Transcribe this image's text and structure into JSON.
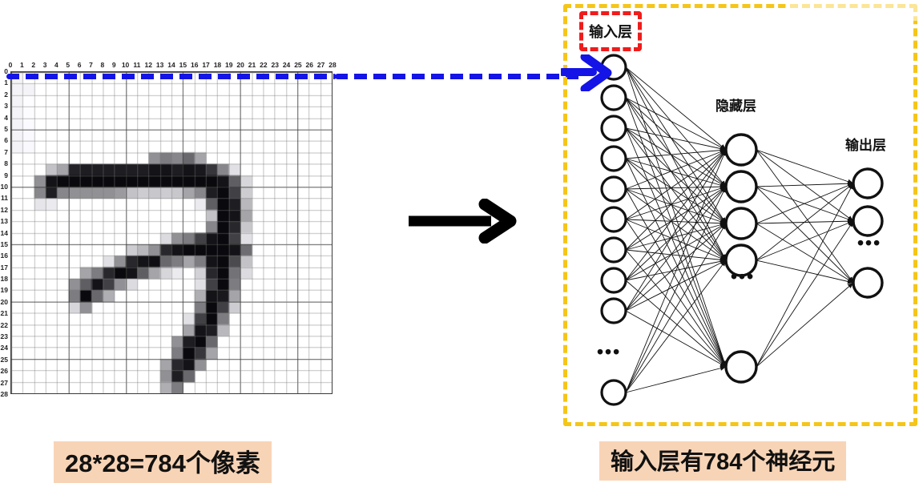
{
  "left_panel": {
    "name": "mnist-pixel-grid",
    "grid_size": 28,
    "col_labels": [
      "0",
      "1",
      "2",
      "3",
      "4",
      "5",
      "6",
      "7",
      "8",
      "9",
      "10",
      "11",
      "12",
      "13",
      "14",
      "15",
      "16",
      "17",
      "18",
      "19",
      "20",
      "21",
      "22",
      "23",
      "24",
      "25",
      "26",
      "27",
      "28"
    ],
    "row_labels": [
      "0",
      "1",
      "2",
      "3",
      "4",
      "5",
      "6",
      "7",
      "8",
      "9",
      "10",
      "11",
      "12",
      "13",
      "14",
      "15",
      "16",
      "17",
      "18",
      "19",
      "20",
      "21",
      "22",
      "23",
      "24",
      "25",
      "26",
      "27",
      "28"
    ],
    "digit_depicted": "7",
    "highlight_row_index": 0,
    "highlight_color": "#1414e6",
    "caption": "28*28=784个像素"
  },
  "center": {
    "arrow_label": "maps-to-arrow",
    "arrow_color": "#000000"
  },
  "right_panel": {
    "caption": "输入层有784个神经元",
    "outer_box_color": "#f5c518",
    "input_box_color": "#ef1c1c",
    "labels": {
      "input_layer": "输入层",
      "hidden_layer": "隐藏层",
      "output_layer": "输出层"
    },
    "ellipsis": "•••",
    "layers": [
      {
        "name": "input",
        "visible_nodes": 10,
        "gap_after_index": 8
      },
      {
        "name": "hidden",
        "visible_nodes": 5,
        "gap_after_index": 3
      },
      {
        "name": "output",
        "visible_nodes": 3,
        "gap_after_index": 1
      }
    ]
  },
  "caption_background": "#f8d4b6",
  "chart_data": {
    "type": "heatmap",
    "title": "28*28=784个像素",
    "xlabel": "",
    "ylabel": "",
    "grid": true,
    "xticks": [
      0,
      1,
      2,
      3,
      4,
      5,
      6,
      7,
      8,
      9,
      10,
      11,
      12,
      13,
      14,
      15,
      16,
      17,
      18,
      19,
      20,
      21,
      22,
      23,
      24,
      25,
      26,
      27,
      28
    ],
    "yticks": [
      0,
      1,
      2,
      3,
      4,
      5,
      6,
      7,
      8,
      9,
      10,
      11,
      12,
      13,
      14,
      15,
      16,
      17,
      18,
      19,
      20,
      21,
      22,
      23,
      24,
      25,
      26,
      27,
      28
    ],
    "colormap": "grayscale_inverted",
    "value_range": [
      0,
      255
    ],
    "note": "MNIST handwritten digit 7, 28x28 grayscale intensity values (0=white background, 255=black ink)",
    "pixels": [
      [
        11,
        0,
        0,
        0,
        0,
        0,
        0,
        0,
        0,
        0,
        0,
        0,
        0,
        0,
        0,
        0,
        0,
        0,
        0,
        0,
        0,
        0,
        0,
        0,
        0,
        0,
        0,
        0
      ],
      [
        11,
        11,
        0,
        0,
        0,
        0,
        0,
        0,
        0,
        0,
        0,
        0,
        0,
        0,
        0,
        0,
        0,
        0,
        0,
        0,
        0,
        0,
        0,
        0,
        0,
        0,
        0,
        0
      ],
      [
        11,
        2,
        0,
        0,
        0,
        0,
        0,
        0,
        0,
        0,
        0,
        0,
        0,
        0,
        0,
        0,
        0,
        0,
        0,
        0,
        0,
        0,
        0,
        0,
        0,
        0,
        0,
        0
      ],
      [
        11,
        3,
        0,
        0,
        0,
        0,
        0,
        0,
        0,
        0,
        0,
        0,
        0,
        0,
        0,
        0,
        0,
        0,
        0,
        0,
        0,
        0,
        0,
        0,
        0,
        0,
        0,
        0
      ],
      [
        11,
        4,
        0,
        0,
        0,
        0,
        0,
        0,
        0,
        0,
        0,
        0,
        0,
        0,
        0,
        0,
        0,
        0,
        0,
        0,
        0,
        0,
        0,
        0,
        0,
        0,
        0,
        0
      ],
      [
        11,
        5,
        0,
        0,
        0,
        0,
        0,
        0,
        0,
        0,
        0,
        0,
        0,
        0,
        0,
        0,
        0,
        0,
        0,
        0,
        0,
        0,
        0,
        0,
        0,
        0,
        0,
        0
      ],
      [
        11,
        6,
        0,
        0,
        0,
        0,
        0,
        0,
        0,
        0,
        0,
        0,
        0,
        0,
        0,
        0,
        0,
        0,
        0,
        0,
        0,
        0,
        0,
        0,
        0,
        0,
        0,
        0
      ],
      [
        0,
        0,
        0,
        0,
        0,
        0,
        0,
        0,
        0,
        0,
        0,
        0,
        110,
        130,
        120,
        150,
        90,
        0,
        0,
        0,
        0,
        0,
        0,
        0,
        0,
        0,
        0,
        0
      ],
      [
        0,
        0,
        0,
        60,
        90,
        220,
        225,
        225,
        225,
        225,
        225,
        225,
        235,
        235,
        225,
        235,
        230,
        200,
        120,
        30,
        0,
        0,
        0,
        0,
        0,
        0,
        0,
        0
      ],
      [
        0,
        0,
        110,
        235,
        245,
        245,
        245,
        245,
        245,
        245,
        245,
        245,
        245,
        245,
        245,
        245,
        245,
        245,
        235,
        160,
        40,
        0,
        0,
        0,
        0,
        0,
        0,
        0
      ],
      [
        0,
        0,
        120,
        225,
        120,
        110,
        110,
        110,
        110,
        100,
        60,
        50,
        55,
        50,
        55,
        90,
        120,
        225,
        245,
        190,
        50,
        0,
        0,
        0,
        0,
        0,
        0,
        0
      ],
      [
        0,
        0,
        25,
        20,
        0,
        0,
        0,
        0,
        0,
        0,
        0,
        0,
        0,
        0,
        0,
        0,
        20,
        160,
        245,
        225,
        70,
        0,
        0,
        0,
        0,
        0,
        0,
        0
      ],
      [
        0,
        0,
        0,
        0,
        0,
        0,
        0,
        0,
        0,
        0,
        0,
        0,
        0,
        0,
        0,
        0,
        0,
        60,
        245,
        235,
        90,
        0,
        0,
        0,
        0,
        0,
        0,
        0
      ],
      [
        0,
        0,
        0,
        0,
        0,
        0,
        0,
        0,
        0,
        0,
        0,
        0,
        0,
        0,
        0,
        0,
        0,
        120,
        245,
        215,
        55,
        0,
        0,
        0,
        0,
        0,
        0,
        0
      ],
      [
        0,
        0,
        0,
        0,
        0,
        0,
        0,
        0,
        0,
        0,
        0,
        0,
        0,
        35,
        110,
        130,
        190,
        235,
        245,
        190,
        30,
        0,
        0,
        0,
        0,
        0,
        0,
        0
      ],
      [
        0,
        0,
        0,
        0,
        0,
        0,
        0,
        0,
        0,
        0,
        50,
        70,
        110,
        215,
        235,
        245,
        245,
        245,
        245,
        235,
        145,
        0,
        0,
        0,
        0,
        0,
        0,
        0
      ],
      [
        0,
        0,
        0,
        0,
        0,
        0,
        0,
        0,
        30,
        110,
        215,
        235,
        240,
        150,
        130,
        90,
        130,
        235,
        245,
        180,
        60,
        0,
        0,
        0,
        0,
        0,
        0,
        0
      ],
      [
        0,
        0,
        0,
        0,
        0,
        0,
        90,
        130,
        215,
        245,
        235,
        160,
        90,
        40,
        20,
        0,
        45,
        215,
        245,
        140,
        35,
        0,
        0,
        0,
        0,
        0,
        0,
        0
      ],
      [
        0,
        0,
        0,
        0,
        0,
        110,
        160,
        235,
        190,
        110,
        35,
        0,
        0,
        0,
        0,
        0,
        30,
        190,
        245,
        130,
        0,
        0,
        0,
        0,
        0,
        0,
        0,
        0
      ],
      [
        0,
        0,
        0,
        0,
        0,
        130,
        245,
        150,
        80,
        0,
        0,
        0,
        0,
        0,
        0,
        0,
        80,
        235,
        230,
        90,
        0,
        0,
        0,
        0,
        0,
        0,
        0,
        0
      ],
      [
        0,
        0,
        0,
        0,
        0,
        40,
        110,
        0,
        0,
        0,
        0,
        0,
        0,
        0,
        0,
        0,
        130,
        245,
        190,
        50,
        0,
        0,
        0,
        0,
        0,
        0,
        0,
        0
      ],
      [
        0,
        0,
        0,
        0,
        0,
        0,
        0,
        0,
        0,
        0,
        0,
        0,
        0,
        0,
        0,
        30,
        190,
        245,
        130,
        0,
        0,
        0,
        0,
        0,
        0,
        0,
        0,
        0
      ],
      [
        0,
        0,
        0,
        0,
        0,
        0,
        0,
        0,
        0,
        0,
        0,
        0,
        0,
        0,
        0,
        90,
        235,
        225,
        70,
        0,
        0,
        0,
        0,
        0,
        0,
        0,
        0,
        0
      ],
      [
        0,
        0,
        0,
        0,
        0,
        0,
        0,
        0,
        0,
        0,
        0,
        0,
        0,
        0,
        110,
        225,
        245,
        150,
        0,
        0,
        0,
        0,
        0,
        0,
        0,
        0,
        0,
        0
      ],
      [
        0,
        0,
        0,
        0,
        0,
        0,
        0,
        0,
        0,
        0,
        0,
        0,
        0,
        0,
        130,
        245,
        200,
        90,
        0,
        0,
        0,
        0,
        0,
        0,
        0,
        0,
        0,
        0
      ],
      [
        0,
        0,
        0,
        0,
        0,
        0,
        0,
        0,
        0,
        0,
        0,
        0,
        0,
        90,
        215,
        235,
        110,
        0,
        0,
        0,
        0,
        0,
        0,
        0,
        0,
        0,
        0,
        0
      ],
      [
        0,
        0,
        0,
        0,
        0,
        0,
        0,
        0,
        0,
        0,
        0,
        0,
        0,
        110,
        225,
        150,
        0,
        0,
        0,
        0,
        0,
        0,
        0,
        0,
        0,
        0,
        0,
        0
      ],
      [
        0,
        0,
        0,
        0,
        0,
        0,
        0,
        0,
        0,
        0,
        0,
        0,
        0,
        80,
        130,
        0,
        0,
        0,
        0,
        0,
        0,
        0,
        0,
        0,
        0,
        0,
        0,
        0
      ]
    ]
  }
}
